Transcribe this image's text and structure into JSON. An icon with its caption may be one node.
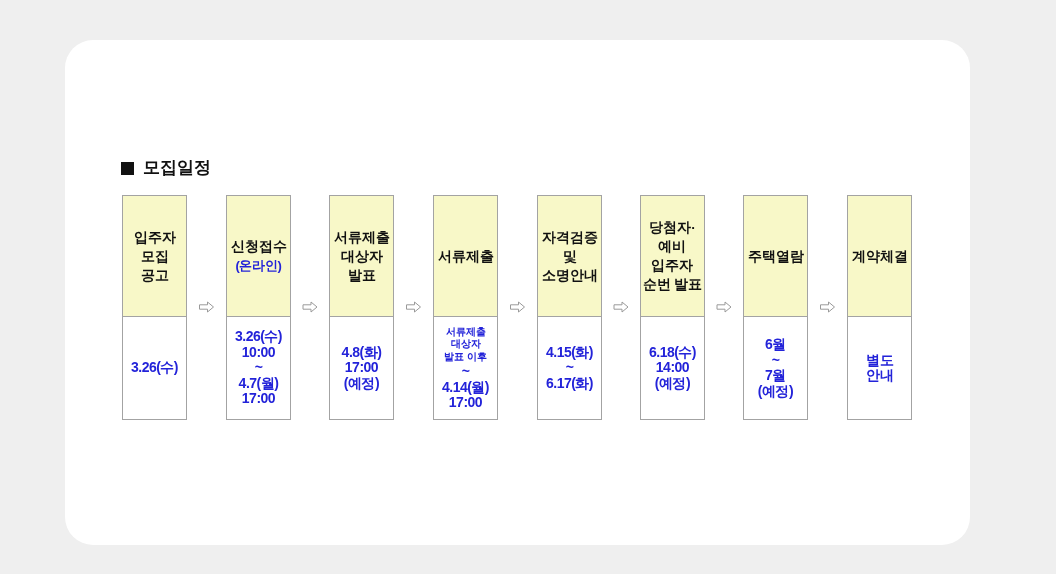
{
  "diagram": {
    "title": "모집일정",
    "nodes": [
      {
        "text": [
          "입주자 모집 공고",
          "3.26(수)"
        ]
      },
      {
        "text": [
          "신청접수",
          "(온라인)",
          "3.26(수) 10:00 ~ 4.7(월) 17:00"
        ]
      },
      {
        "text": [
          "서류제출 대상자 발표",
          "4.8(화) 17:00 (예정)"
        ]
      },
      {
        "text": [
          "서류제출",
          "서류제출 대상자 발표 이후",
          "~ 4.14(월) 17:00"
        ]
      },
      {
        "text": [
          "자격검증 및 소명안내",
          "4.15(화) ~ 6.17(화)"
        ]
      },
      {
        "text": [
          "당첨자· 예비 입주자 순번 발표",
          "6.18(수) 14:00 (예정)"
        ]
      },
      {
        "text": [
          "주택열람",
          "6월 ~ 7월 (예정)"
        ]
      },
      {
        "text": [
          "계약체결",
          "별도 안내"
        ]
      }
    ],
    "edges": [
      {
        "from": 0,
        "to": 1,
        "arrow": "to"
      },
      {
        "from": 1,
        "to": 2,
        "arrow": "to"
      },
      {
        "from": 2,
        "to": 3,
        "arrow": "to"
      },
      {
        "from": 3,
        "to": 4,
        "arrow": "to"
      },
      {
        "from": 4,
        "to": 5,
        "arrow": "to"
      },
      {
        "from": 5,
        "to": 6,
        "arrow": "to"
      },
      {
        "from": 6,
        "to": 7,
        "arrow": "to"
      }
    ]
  }
}
